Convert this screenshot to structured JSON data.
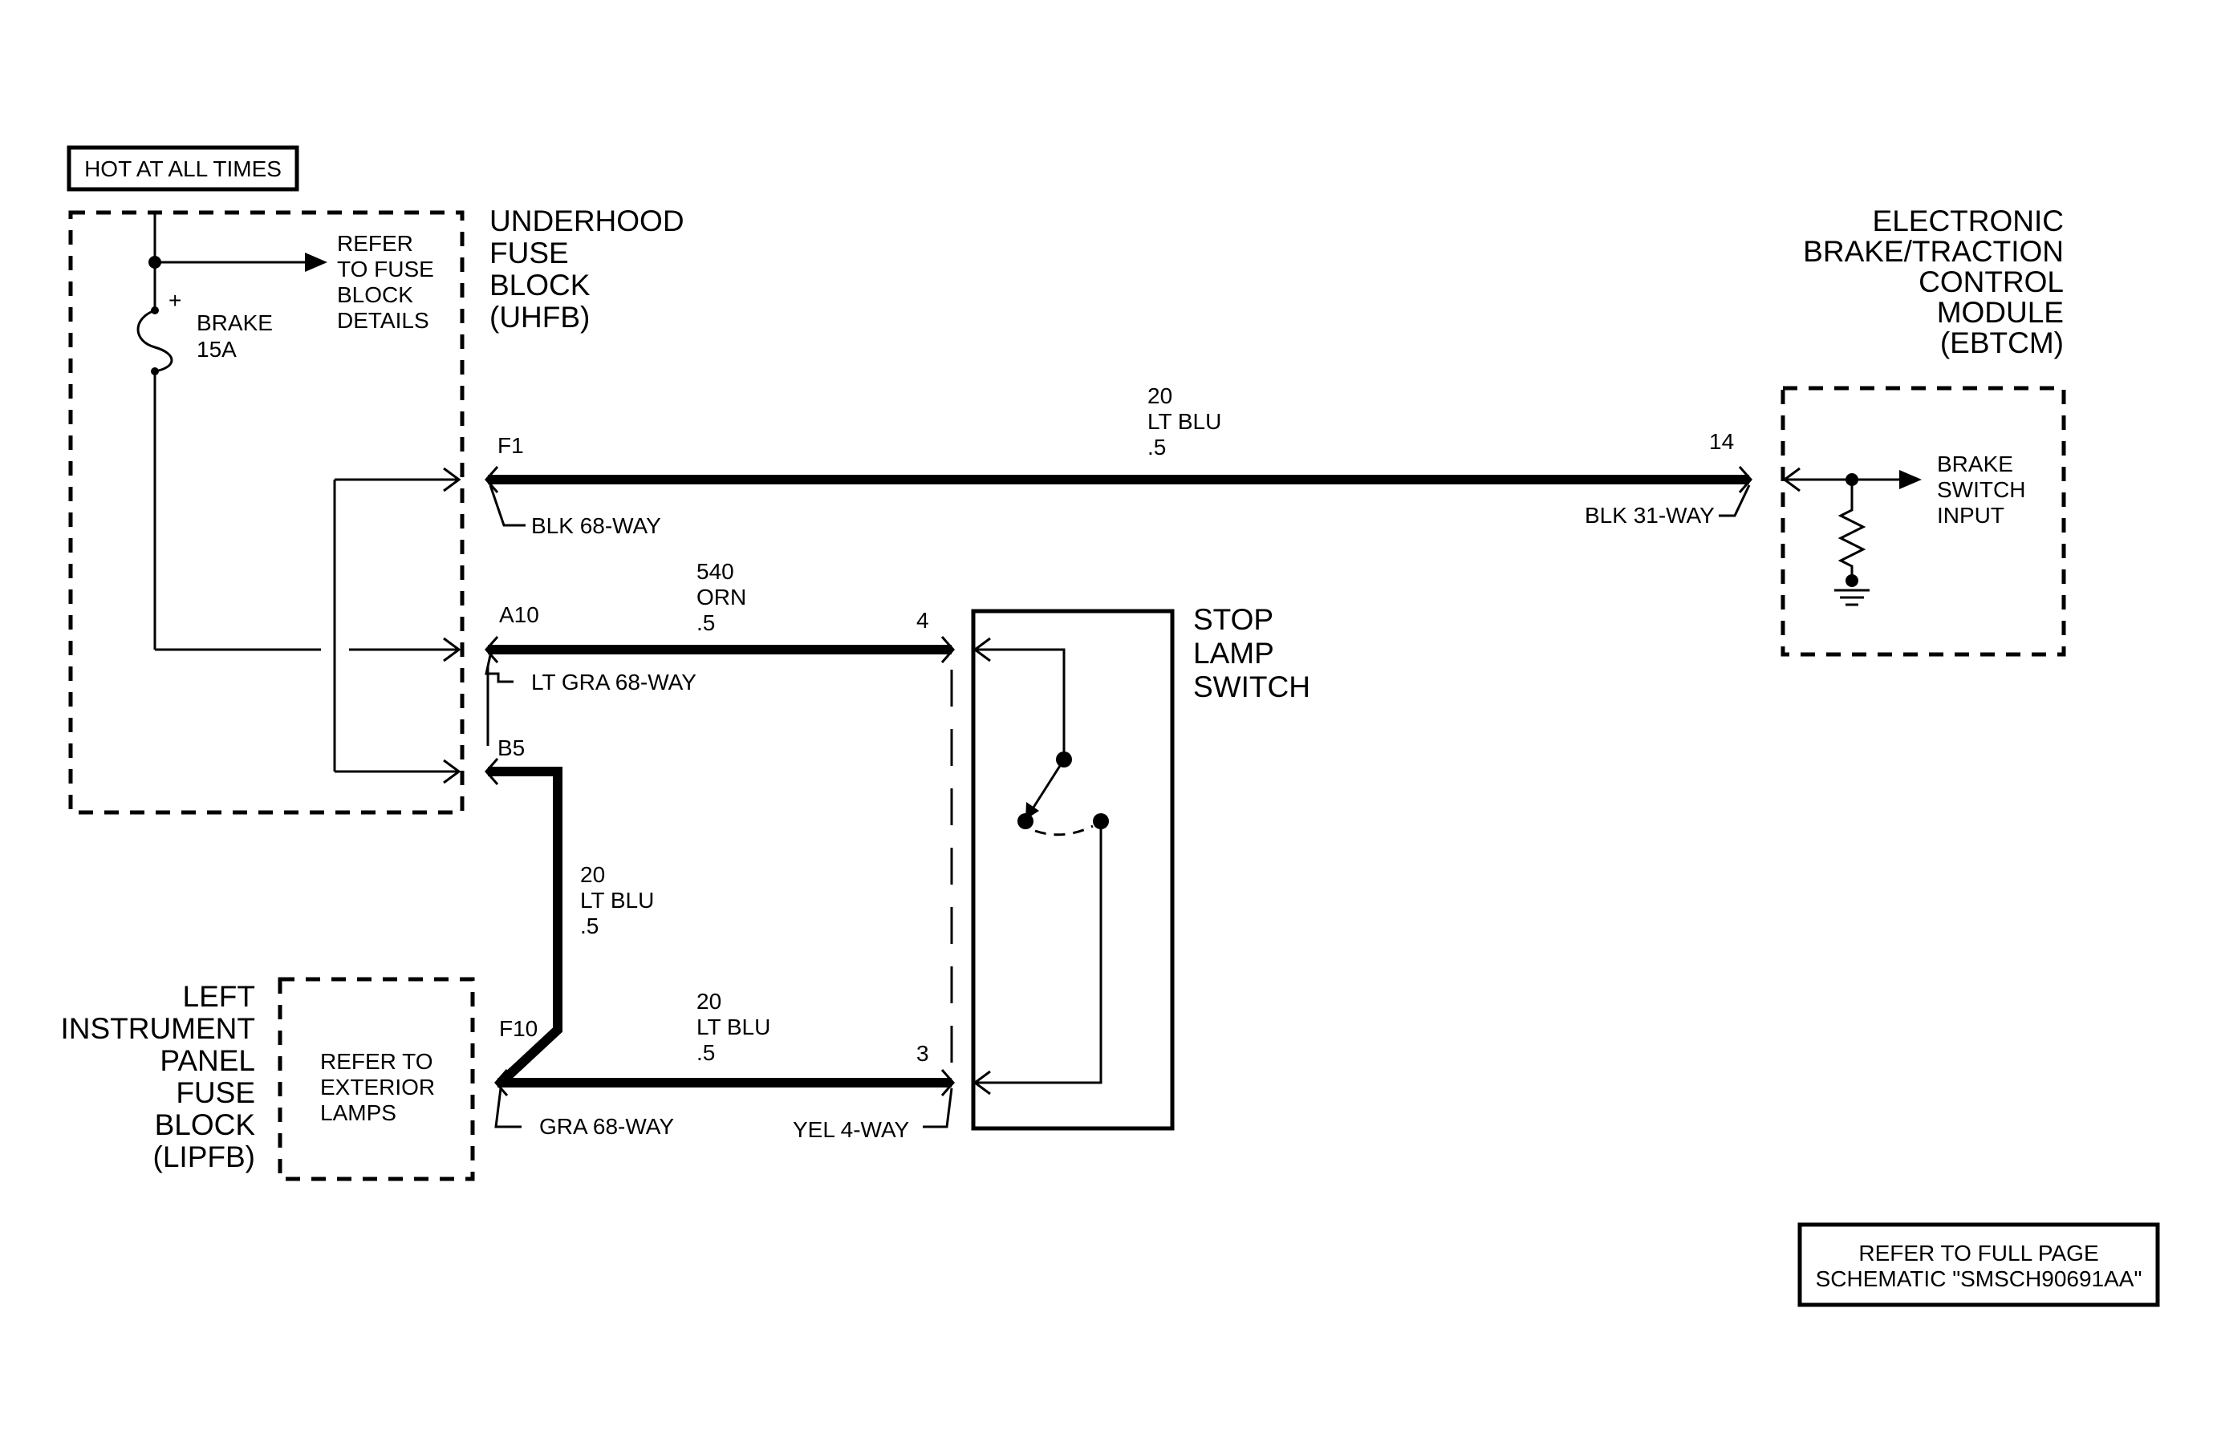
{
  "hot_label": "HOT AT ALL TIMES",
  "uhfb": {
    "title": [
      "UNDERHOOD",
      "FUSE",
      "BLOCK",
      "(UHFB)"
    ],
    "fuse_name": "BRAKE",
    "fuse_rating": "15A",
    "fuse_plus": "+",
    "refer_note": [
      "REFER",
      "TO FUSE",
      "BLOCK",
      "DETAILS"
    ]
  },
  "ebtcm": {
    "title": [
      "ELECTRONIC",
      "BRAKE/TRACTION",
      "CONTROL",
      "MODULE",
      "(EBTCM)"
    ],
    "input_label": [
      "BRAKE",
      "SWITCH",
      "INPUT"
    ],
    "pin": "14",
    "connector": "BLK 31-WAY"
  },
  "stop_lamp_switch": {
    "title": [
      "STOP",
      "LAMP",
      "SWITCH"
    ],
    "pin_top": "4",
    "pin_bottom": "3",
    "connector": "YEL 4-WAY"
  },
  "lipfb": {
    "title": [
      "LEFT",
      "INSTRUMENT",
      "PANEL",
      "FUSE",
      "BLOCK",
      "(LIPFB)"
    ],
    "refer_note": [
      "REFER TO",
      "EXTERIOR",
      "LAMPS"
    ],
    "pin": "F10",
    "connector": "GRA 68-WAY"
  },
  "circuits": [
    {
      "pin": "F1",
      "number": "20",
      "color": "LT BLU",
      "gauge": ".5",
      "connector": "BLK 68-WAY"
    },
    {
      "pin": "A10",
      "number": "540",
      "color": "ORN",
      "gauge": ".5",
      "connector": "LT GRA 68-WAY"
    },
    {
      "pin": "B5",
      "number": "20",
      "color": "LT BLU",
      "gauge": ".5"
    },
    {
      "number": "20",
      "color": "LT BLU",
      "gauge": ".5"
    }
  ],
  "footer_note": [
    "REFER TO FULL PAGE",
    "SCHEMATIC \"SMSCH90691AA\""
  ],
  "colors": {
    "ink": "#000000",
    "paper": "#ffffff"
  }
}
